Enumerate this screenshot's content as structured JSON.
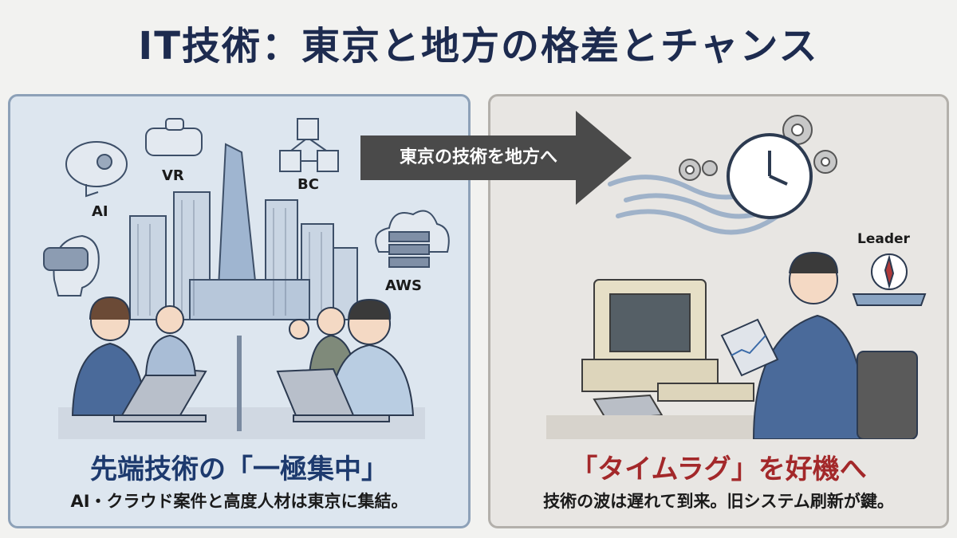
{
  "title": "IT技術：東京と地方の格差とチャンス",
  "arrow": {
    "label": "東京の技術を地方へ"
  },
  "left": {
    "icons": {
      "ai": "AI",
      "vr": "VR",
      "bc": "BC",
      "aws": "AWS"
    },
    "headline": "先端技術の「一極集中」",
    "subtext": "AI・クラウド案件と高度人材は東京に集結。"
  },
  "right": {
    "leader_label": "Leader",
    "headline": "「タイムラグ」を好機へ",
    "subtext": "技術の波は遅れて到来。旧システム刷新が鍵。"
  },
  "colors": {
    "navy": "#1d2b4f",
    "red": "#a3282a",
    "arrow": "#4a4a4a"
  }
}
